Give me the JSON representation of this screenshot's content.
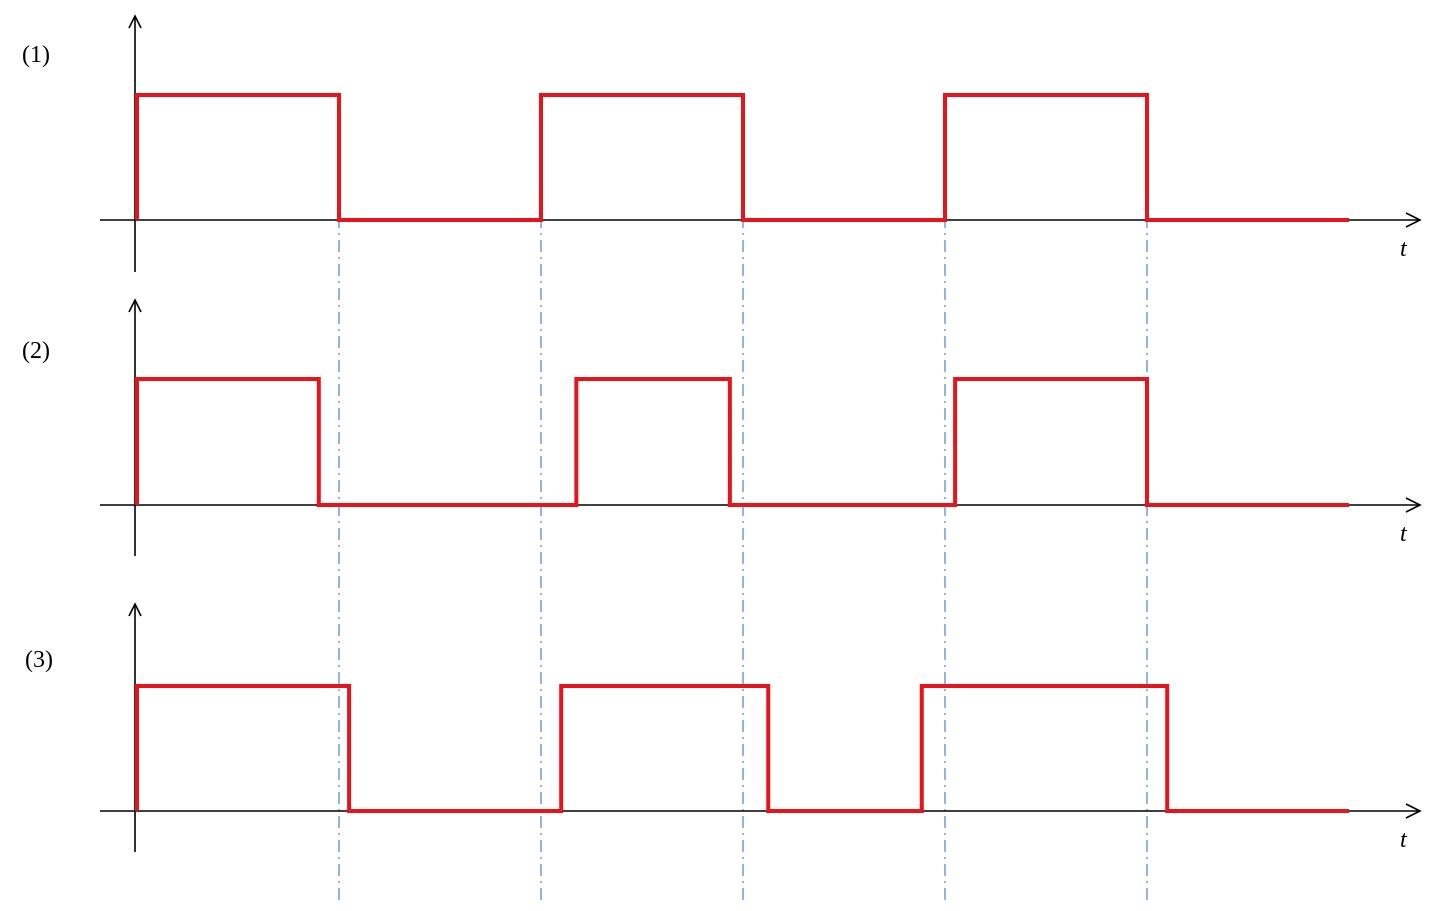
{
  "colors": {
    "signal": "#e8141b",
    "guide": "#4a86d1",
    "axis": "#000000"
  },
  "panels": [
    {
      "label": "(1)",
      "axis_label": "t",
      "high_intervals": [
        [
          0,
          2
        ],
        [
          4,
          6
        ],
        [
          8,
          10
        ]
      ]
    },
    {
      "label": "(2)",
      "axis_label": "t",
      "high_intervals": [
        [
          0,
          1.8
        ],
        [
          4.35,
          5.87
        ],
        [
          8.1,
          10
        ]
      ]
    },
    {
      "label": "(3)",
      "axis_label": "t",
      "high_intervals": [
        [
          0,
          2.1
        ],
        [
          4.2,
          6.25
        ],
        [
          7.77,
          10.2
        ]
      ]
    }
  ],
  "signal_end": 12,
  "guide_times": [
    2,
    4,
    6,
    8,
    10
  ]
}
